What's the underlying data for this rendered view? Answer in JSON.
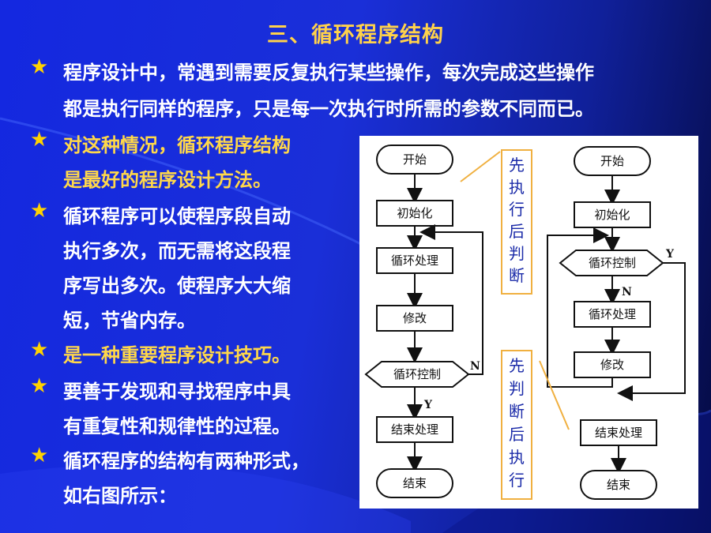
{
  "title": "三、循环程序结构",
  "bullets": [
    {
      "lines": [
        "程序设计中，常遇到需要反复执行某些操作，每次完成这些操作",
        "都是执行同样的程序，只是每一次执行时所需的参数不同而已。"
      ],
      "color": "white"
    },
    {
      "lines": [
        "对这种情况，循环程序结构",
        "是最好的程序设计方法。"
      ],
      "color": "yellow"
    },
    {
      "lines": [
        "循环程序可以使程序段自动",
        "执行多次，而无需将这段程",
        "序写出多次。使程序大大缩",
        "短，节省内存。"
      ],
      "color": "white"
    },
    {
      "lines": [
        "是一种重要程序设计技巧。"
      ],
      "color": "yellow"
    },
    {
      "lines": [
        "要善于发现和寻找程序中具",
        "有重复性和规律性的过程。"
      ],
      "color": "white"
    },
    {
      "lines": [
        "循环程序的结构有两种形式，",
        "如右图所示："
      ],
      "color": "white"
    }
  ],
  "left_flow": {
    "start": "开始",
    "init": "初始化",
    "process": "循环处理",
    "modify": "修改",
    "control": "循环控制",
    "finish": "结束处理",
    "end": "结束",
    "no": "N",
    "yes": "Y"
  },
  "right_flow": {
    "start": "开始",
    "init": "初始化",
    "control": "循环控制",
    "process": "循环处理",
    "modify": "修改",
    "finish": "结束处理",
    "end": "结束",
    "no": "N",
    "yes": "Y"
  },
  "label_top": [
    "先",
    "执",
    "行",
    "后",
    "判",
    "断"
  ],
  "label_bottom": [
    "先",
    "判",
    "断",
    "后",
    "执",
    "行"
  ],
  "colors": {
    "bg": "#1428e0",
    "title": "#ffd24a",
    "star": "#ffd200",
    "highlight": "#ffd84a",
    "label_border": "#f0b040",
    "label_text": "#1a2aa8"
  }
}
